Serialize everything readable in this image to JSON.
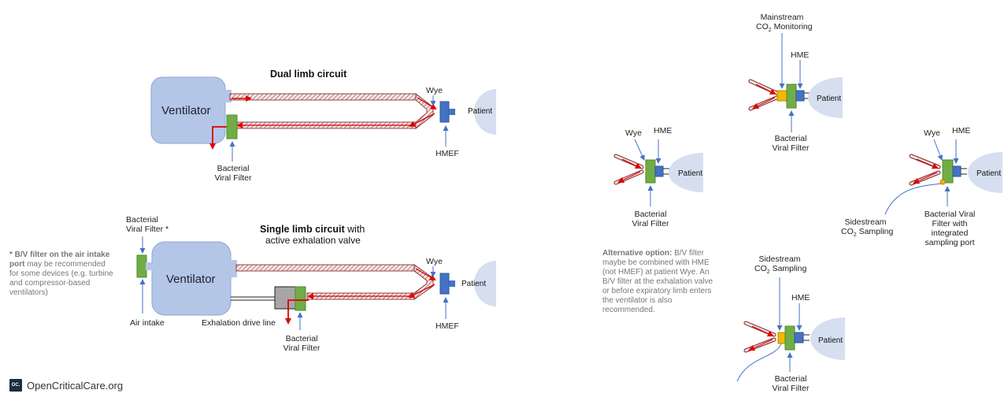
{
  "dual_limb": {
    "title": "Dual limb circuit",
    "ventilator": "Ventilator",
    "wye": "Wye",
    "patient": "Patient",
    "hmef": "HMEF",
    "filter_line1": "Bacterial",
    "filter_line2": "Viral Filter"
  },
  "single_limb": {
    "title_bold": "Single limb circuit",
    "title_rest": " with",
    "title_line2": "active exhalation valve",
    "ventilator": "Ventilator",
    "wye": "Wye",
    "patient": "Patient",
    "hmef": "HMEF",
    "intake_filter_line1": "Bacterial",
    "intake_filter_line2": "Viral Filter *",
    "air_intake": "Air intake",
    "exhalation_drive_line": "Exhalation drive line",
    "filter_line1": "Bacterial",
    "filter_line2": "Viral Filter"
  },
  "footnote": {
    "bold": "* B/V filter on the air intake port",
    "rest": " may be recommended for some devices (e.g. turbine and compressor-based ventilators)"
  },
  "alt_option": {
    "wye": "Wye",
    "hme": "HME",
    "patient": "Patient",
    "filter_line1": "Bacterial",
    "filter_line2": "Viral Filter",
    "note_bold": "Alternative option:",
    "note_rest": " B/V filter maybe be combined with HME (not HMEF) at patient Wye. An B/V filter at the exhalation valve or before expiratory limb enters the ventilator is also recommended."
  },
  "mainstream": {
    "title_line1": "Mainstream",
    "title_line2_pre": "CO",
    "title_line2_sub": "2",
    "title_line2_post": " Monitoring",
    "hme": "HME",
    "patient": "Patient",
    "filter_line1": "Bacterial",
    "filter_line2": "Viral Filter"
  },
  "sidestream_top": {
    "title_line1": "Sidestream",
    "title_line2_pre": "CO",
    "title_line2_sub": "2",
    "title_line2_post": " Sampling",
    "hme": "HME",
    "patient": "Patient",
    "filter_line1": "Bacterial",
    "filter_line2": "Viral Filter"
  },
  "integrated_port": {
    "wye": "Wye",
    "hme": "HME",
    "patient": "Patient",
    "sampling_line1": "Sidestream",
    "sampling_line2_pre": "CO",
    "sampling_line2_sub": "2",
    "sampling_line2_post": " Sampling",
    "filter_line1": "Bacterial Viral",
    "filter_line2": "Filter with",
    "filter_line3": "integrated",
    "filter_line4": "sampling port"
  },
  "logo": {
    "mark": "OC.",
    "text": "OpenCriticalCare.org"
  },
  "colors": {
    "ventilator_fill": "#b4c6e7",
    "filter_green": "#70ad47",
    "hme_blue": "#4472c4",
    "arrow_red": "#e00000",
    "co2_yellow": "#f5b800",
    "tube_outline": "#7b1e1e",
    "patient_fill": "#d6dff0"
  }
}
